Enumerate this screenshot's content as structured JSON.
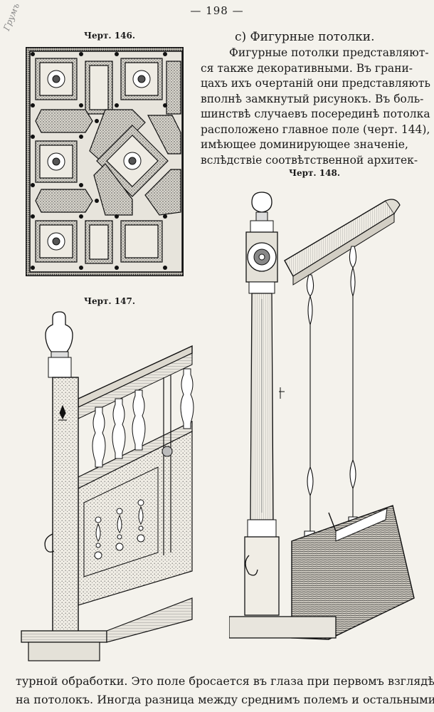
{
  "page": {
    "number": "— 198 —"
  },
  "marginalia": "Грумъ",
  "figures": [
    {
      "caption": "Черт. 146."
    },
    {
      "caption": "Черт. 147."
    },
    {
      "caption": "Черт. 148."
    }
  ],
  "section": {
    "title": "с) Фигурные потолки.",
    "lines": [
      "Фигурные потолки представляют-",
      "ся также декоративными. Въ грани-",
      "цахъ ихъ очертаній они представляють",
      "вполнѣ замкнутый рисунокъ. Въ боль-",
      "шинствѣ случаевъ посерединѣ потолка",
      "расположено главное поле (черт. 144),",
      "имѣющее доминирующее значеніе,",
      "вслѣдствіе соотвѣтственной архитек-"
    ]
  },
  "bottom": {
    "lines": [
      "турной обработки. Это поле бросается въ глаза при первомъ взглядѣ",
      "на потолокъ. Иногда разница между среднимъ полемъ и остальными не"
    ]
  }
}
